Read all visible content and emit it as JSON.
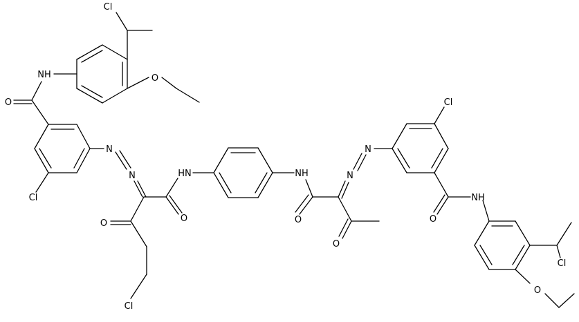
{
  "labels": {
    "cl_top_sidechain": "Cl",
    "nh_top_left": "NH",
    "o_ether_top": "O",
    "o_amide_left": "O",
    "n_azo_left_a": "N",
    "n_azo_left_b": "N",
    "cl_left_ring": "Cl",
    "nh_center_left": "HN",
    "o_left_keto": "O",
    "o_left_amide": "O",
    "cl_chain_bottom": "Cl",
    "nh_center_right": "NH",
    "o_right_amide": "O",
    "n_azo_right_a": "N",
    "n_azo_right_b": "N",
    "o_right_keto": "O",
    "cl_right_ring": "Cl",
    "o_amide_right": "O",
    "nh_right": "NH",
    "cl_right_sidechain": "Cl",
    "o_ether_bottom": "O"
  }
}
